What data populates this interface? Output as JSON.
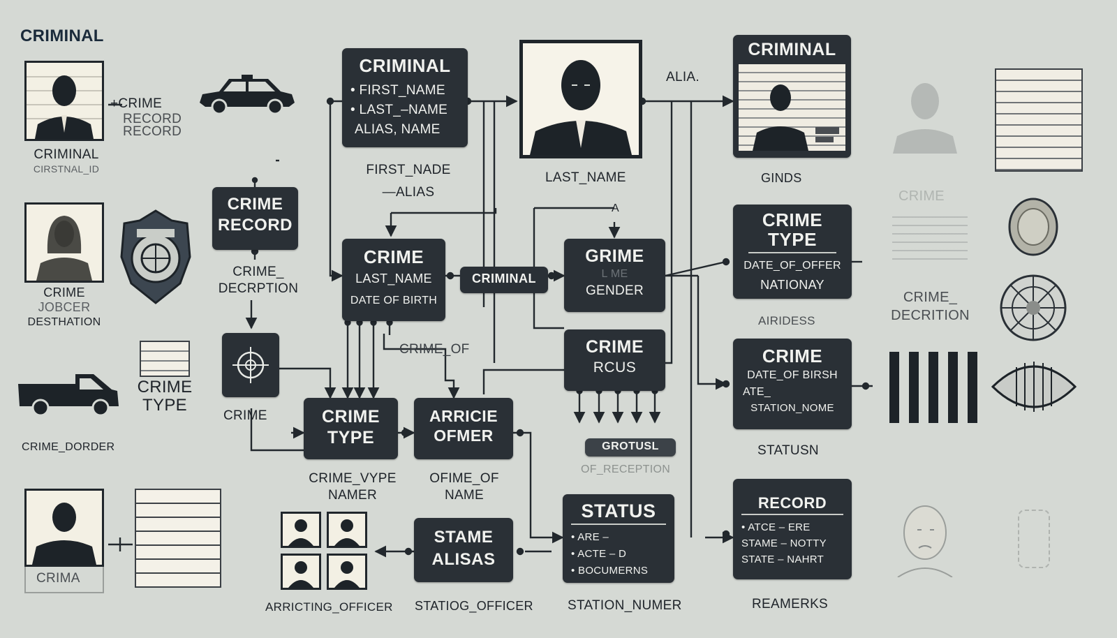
{
  "header": {
    "title": "CRIMINAL"
  },
  "entities": {
    "criminal_main": {
      "title": "CRIMINAL",
      "fields": [
        "• FIRST_NAME",
        "• LAST_–NAME",
        "ALIAS, NAME"
      ]
    },
    "criminal_photo_card": {
      "title": "CRIMINAL"
    },
    "crime_record_small": {
      "title": "CRIME RECORD"
    },
    "crime_center": {
      "title": "CRIME",
      "fields": [
        "LAST_NAME",
        "DATE OF BIRTH"
      ]
    },
    "criminal_tag": {
      "title": "CRIMINAL"
    },
    "grime": {
      "title": "GRIME",
      "fields": [
        "L  ME",
        "GENDER"
      ]
    },
    "crime_type_right": {
      "title": "CRIME TYPE",
      "fields": [
        "DATE_OF_OFFER",
        "NATIONAY"
      ]
    },
    "crime_rcus": {
      "title": "CRIME",
      "fields": [
        "RCUS"
      ]
    },
    "crime_right": {
      "title": "CRIME",
      "fields": [
        "DATE_OF BIRSH",
        "ATE_",
        "STATION_NOME"
      ]
    },
    "crime_type_bottom": {
      "title": "CRIME TYPE"
    },
    "arricie_ofmer": {
      "title": "ARRICIE OFMER"
    },
    "grotusl": {
      "title": "GROTUSL"
    },
    "status": {
      "title": "STATUS",
      "fields": [
        "• ARE –",
        "• ACTE – D",
        "• BOCUMERNS"
      ]
    },
    "stame_alisas": {
      "title": "STAME ALISAS"
    },
    "record": {
      "title": "RECORD",
      "fields": [
        "• ATCE – ERE",
        "STAME – NOTTY",
        "STATE – NAHRT"
      ]
    }
  },
  "labels": {
    "crime_record_1": "+CRIME",
    "crime_record_2": "RECORD",
    "crime_record_3": "RECORD",
    "criminal_1": "CRIMINAL",
    "criminal_2": "CIRSTNAL_ID",
    "crime_jober_1": "CRIME",
    "crime_jober_2": "JOBCER",
    "crime_jober_3": "DESTHATION",
    "first_nade": "FIRST_NADE",
    "alias": "—ALIAS",
    "last_name": "LAST_NAME",
    "alia": "ALIA.",
    "ginds": "GINDS",
    "a_marker": "A",
    "crime_decription_1": "CRIME_",
    "crime_decription_2": "DECRPTION",
    "crime_of": "CRIME_OF",
    "crime_type_left_1": "CRIME",
    "crime_type_left_2": "TYPE",
    "crime_left": "CRIME",
    "crime_dorder": "CRIME_DORDER",
    "crime_vype_1": "CRIME_VYPE",
    "crime_vype_2": "NAMER",
    "ofime_1": "OFIME_OF",
    "ofime_2": "NAME",
    "of_reception": "OF_RECEPTION",
    "aridess": "AIRIDESS",
    "status_right": "STATUSN",
    "crime_decrition_right_1": "CRIME_",
    "crime_decrition_right_2": "DECRITION",
    "crime_faint": "CRIME",
    "crima": "CRIMA",
    "arricting_officer": "ARRICTING_OFFICER",
    "statiog_officer": "STATIOG_OFFICER",
    "station_numer": "STATION_NUMER",
    "reamerks": "REAMERKS"
  }
}
